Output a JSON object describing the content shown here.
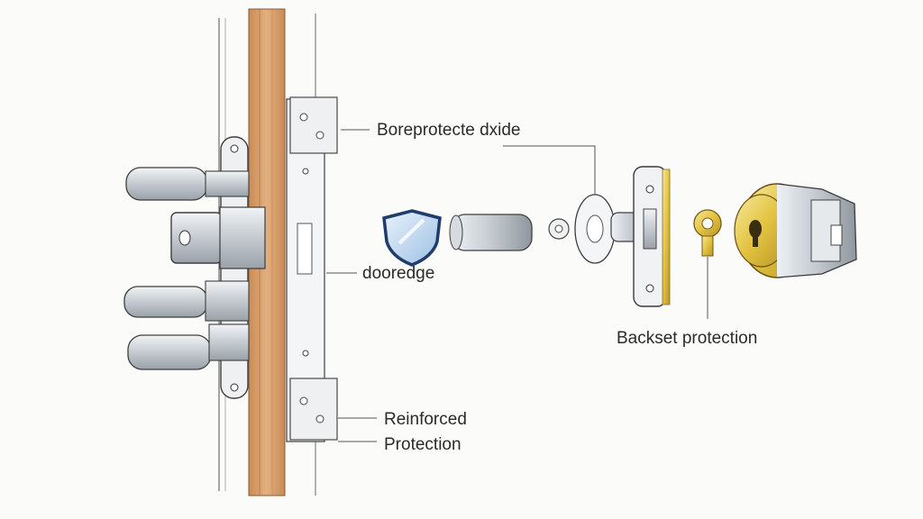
{
  "labels": {
    "bore_protector": "Boreprotecte dxide",
    "door_edge": "dooredge",
    "backset_protection": "Backset protection",
    "reinforced_line1": "Reinforced",
    "reinforced_line2": "Protection"
  },
  "colors": {
    "wood": "#d9a06b",
    "wood_dark": "#b97a45",
    "steel": "#c9ced3",
    "brass": "#e6c84a",
    "shield_blue": "#2f5f9e",
    "ink": "#2b2b2b"
  }
}
